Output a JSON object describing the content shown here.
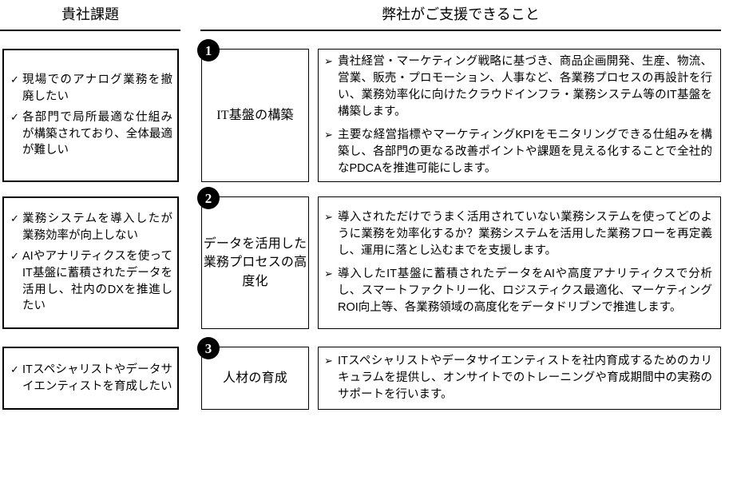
{
  "headers": {
    "left": "貴社課題",
    "right": "弊社がご支援できること"
  },
  "icons": {
    "check": "✓",
    "arrow": "➢"
  },
  "rows": [
    {
      "number": "1",
      "theme": "IT基盤の構築",
      "issues": [
        "現場でのアナログ業務を撤廃したい",
        "各部門で局所最適な仕組みが構築されており、全体最適が難しい"
      ],
      "details": [
        "貴社経営・マーケティング戦略に基づき、商品企画開発、生産、物流、営業、販売・プロモーション、人事など、各業務プロセスの再設計を行い、業務効率化に向けたクラウドインフラ・業務システム等のIT基盤を構築します。",
        "主要な経営指標やマーケティングKPIをモニタリングできる仕組みを構築し、各部門の更なる改善ポイントや課題を見える化することで全社的なPDCAを推進可能にします。"
      ]
    },
    {
      "number": "2",
      "theme": "データを活用した業務プロセスの高度化",
      "issues": [
        "業務システムを導入したが業務効率が向上しない",
        "AIやアナリティクスを使ってIT基盤に蓄積されたデータを活用し、社内のDXを推進したい"
      ],
      "details": [
        "導入されただけでうまく活用されていない業務システムを使ってどのように業務を効率化するか？業務システムを活用した業務フローを再定義し、運用に落とし込むまでを支援します。",
        "導入したIT基盤に蓄積されたデータをAIや高度アナリティクスで分析し、スマートファクトリー化、ロジスティクス最適化、マーケティングROI向上等、各業務領域の高度化をデータドリブンで推進します。"
      ]
    },
    {
      "number": "3",
      "theme": "人材の育成",
      "issues": [
        "ITスペシャリストやデータサイエンティストを育成したい"
      ],
      "details": [
        "ITスペシャリストやデータサイエンティストを社内育成するためのカリキュラムを提供し、オンサイトでのトレーニングや育成期間中の実務のサポートを行います。"
      ]
    }
  ]
}
